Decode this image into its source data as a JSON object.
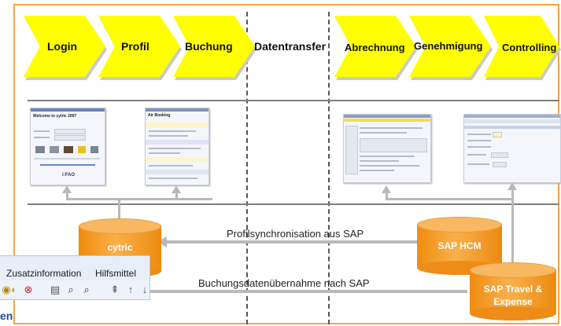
{
  "process_steps": [
    {
      "label": "Login"
    },
    {
      "label": "Profil"
    },
    {
      "label": "Buchung"
    },
    {
      "label": "Datentransfer"
    },
    {
      "label": "Abrechnung"
    },
    {
      "label": "Genehmigung"
    },
    {
      "label": "Controlling"
    }
  ],
  "systems": {
    "cytric": "cytric",
    "sap_hcm": "SAP HCM",
    "sap_travel_line1": "SAP Travel &",
    "sap_travel_line2": "Expense"
  },
  "flows": {
    "profile_sync": "Profilsynchronisation aus SAP",
    "booking_transfer": "Buchungsdatenübernahme nach SAP"
  },
  "screenshots": {
    "login_title": "Welcome to cytric 2007",
    "login_brand": "i:FAO",
    "profile_title": "Air Booking"
  },
  "sap_menu": {
    "item1": "Zusatzinformation",
    "item2": "Hilfsmittel",
    "heading_fragment": "en"
  },
  "colors": {
    "chevron": "#ffff00",
    "frame": "#f7a541",
    "cylinder": "#f39a25"
  }
}
